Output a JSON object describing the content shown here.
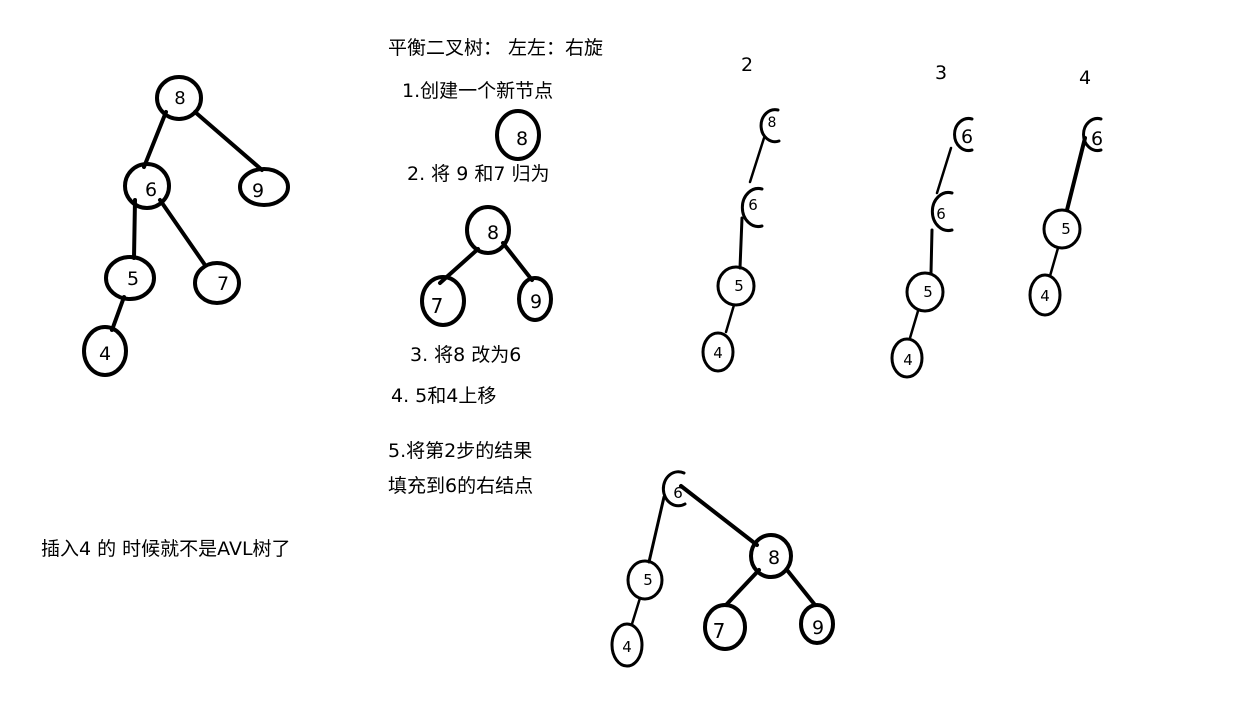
{
  "title": "平衡二叉树：  左左：右旋",
  "steps": [
    "1.创建一个新节点",
    "2. 将 9 和7 归为",
    "3. 将8 改为6",
    "4. 5和4上移",
    "5.将第2步的结果",
    "填充到6的右结点"
  ],
  "insert_note": "插入4 的 时候就不是AVL树了",
  "stage_labels": [
    "2",
    "3",
    "4"
  ],
  "trees": {
    "original": {
      "nodes": [
        "8",
        "6",
        "9",
        "5",
        "7",
        "4"
      ]
    },
    "new_node": {
      "nodes": [
        "8"
      ]
    },
    "step2": {
      "nodes": [
        "8",
        "7",
        "9"
      ]
    },
    "stage2": {
      "nodes": [
        "8",
        "6",
        "5",
        "4"
      ]
    },
    "stage3": {
      "nodes": [
        "6",
        "6",
        "5",
        "4"
      ]
    },
    "stage4": {
      "nodes": [
        "6",
        "5",
        "4"
      ]
    },
    "result": {
      "nodes": [
        "6",
        "5",
        "8",
        "4",
        "7",
        "9"
      ]
    }
  }
}
